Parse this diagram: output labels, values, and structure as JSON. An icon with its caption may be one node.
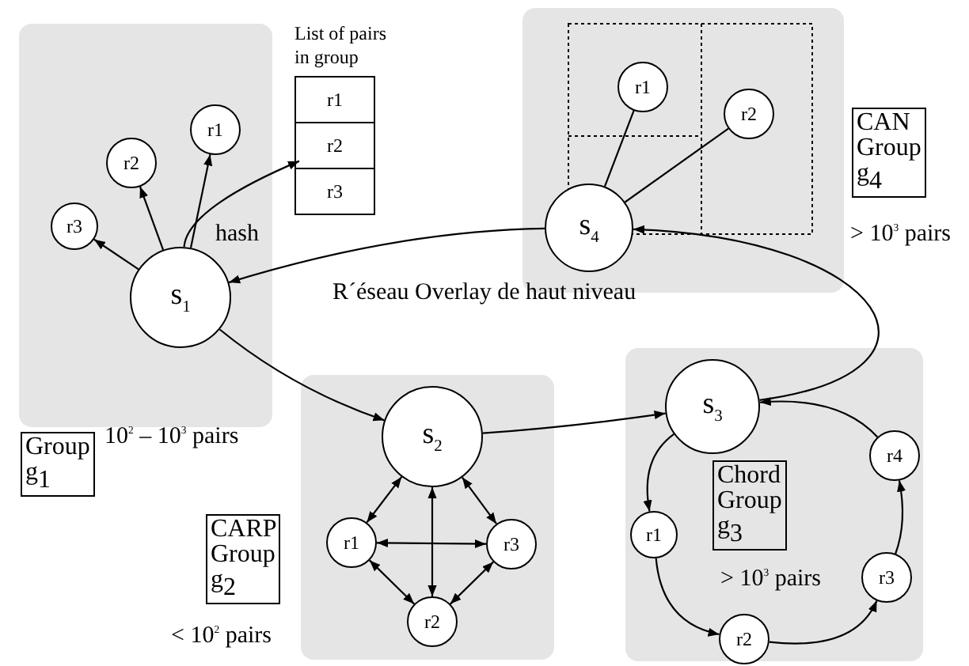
{
  "diagram": {
    "nodes": [
      {
        "text": [],
        "shape": "box"
      },
      {
        "text": [
          "s$_{1}$"
        ],
        "in": 0
      },
      {
        "text": [
          "r3"
        ],
        "in": 0
      },
      {
        "text": [
          "r2"
        ],
        "in": 0
      },
      {
        "text": [
          "r1"
        ],
        "in": 0
      },
      {
        "text": [
          "List of pairs in group",
          "r1",
          "r2",
          "r3"
        ]
      },
      {
        "text": [],
        "shape": "box"
      },
      {
        "text": [
          "s$_{4}$"
        ],
        "in": 6
      },
      {
        "text": [
          "r1"
        ],
        "in": 6
      },
      {
        "text": [
          "r2"
        ],
        "in": 6
      },
      {
        "text": [
          "CAN Group g$_{4}$"
        ],
        "beside": [
          "> 10$^{3}$ pairs"
        ]
      },
      {
        "text": [
          "Group g$_{1}$"
        ],
        "beside": [
          "10$^{2}$ – 10$^{3}$ pairs"
        ]
      },
      {
        "text": [],
        "shape": "box"
      },
      {
        "text": [
          "s$_{2}$"
        ],
        "in": 12
      },
      {
        "text": [
          "r1"
        ],
        "in": 12
      },
      {
        "text": [
          "r3"
        ],
        "in": 12
      },
      {
        "text": [
          "r2"
        ],
        "in": 12
      },
      {
        "text": [
          "CARP Group g$_{2}$"
        ],
        "beside": [
          "< 10$^{2}$ pairs"
        ]
      },
      {
        "text": [],
        "shape": "box"
      },
      {
        "text": [
          "s$_{3}$"
        ],
        "in": 18
      },
      {
        "text": [
          "r1"
        ],
        "in": 18
      },
      {
        "text": [
          "r2"
        ],
        "in": 18
      },
      {
        "text": [
          "r3"
        ],
        "in": 18
      },
      {
        "text": [
          "r4"
        ],
        "in": 18
      },
      {
        "text": [
          "Chord Group g$_{3}$"
        ],
        "in": 18,
        "beside": [
          "> 10$^{3}$ pairs"
        ]
      }
    ],
    "edges": [
      {
        "from": 1,
        "to": 2,
        "arrow": "to"
      },
      {
        "from": 1,
        "to": 3,
        "arrow": "to"
      },
      {
        "from": 1,
        "to": 4,
        "arrow": "to"
      },
      {
        "from": 1,
        "to": 5,
        "arrow": "to",
        "label": "hash"
      },
      {
        "from": 7,
        "to": 1,
        "arrow": "to"
      },
      {
        "from": 1,
        "to": 13,
        "arrow": "to"
      },
      {
        "from": 13,
        "to": 19,
        "arrow": "to"
      },
      {
        "from": 19,
        "to": 7,
        "arrow": "to"
      },
      {
        "from": 7,
        "to": 8,
        "arrow": "none"
      },
      {
        "from": 7,
        "to": 9,
        "arrow": "none"
      },
      {
        "from": 13,
        "to": 14,
        "arrow": "both"
      },
      {
        "from": 13,
        "to": 16,
        "arrow": "both"
      },
      {
        "from": 13,
        "to": 15,
        "arrow": "both"
      },
      {
        "from": 14,
        "to": 15,
        "arrow": "both"
      },
      {
        "from": 14,
        "to": 16,
        "arrow": "both"
      },
      {
        "from": 15,
        "to": 16,
        "arrow": "both"
      },
      {
        "from": 19,
        "to": 20,
        "arrow": "to"
      },
      {
        "from": 20,
        "to": 21,
        "arrow": "to"
      },
      {
        "from": 21,
        "to": 22,
        "arrow": "to"
      },
      {
        "from": 22,
        "to": 23,
        "arrow": "to"
      },
      {
        "from": 23,
        "to": 19,
        "arrow": "to"
      }
    ],
    "labels": [
      "R´éseau Overlay de haut niveau"
    ]
  }
}
